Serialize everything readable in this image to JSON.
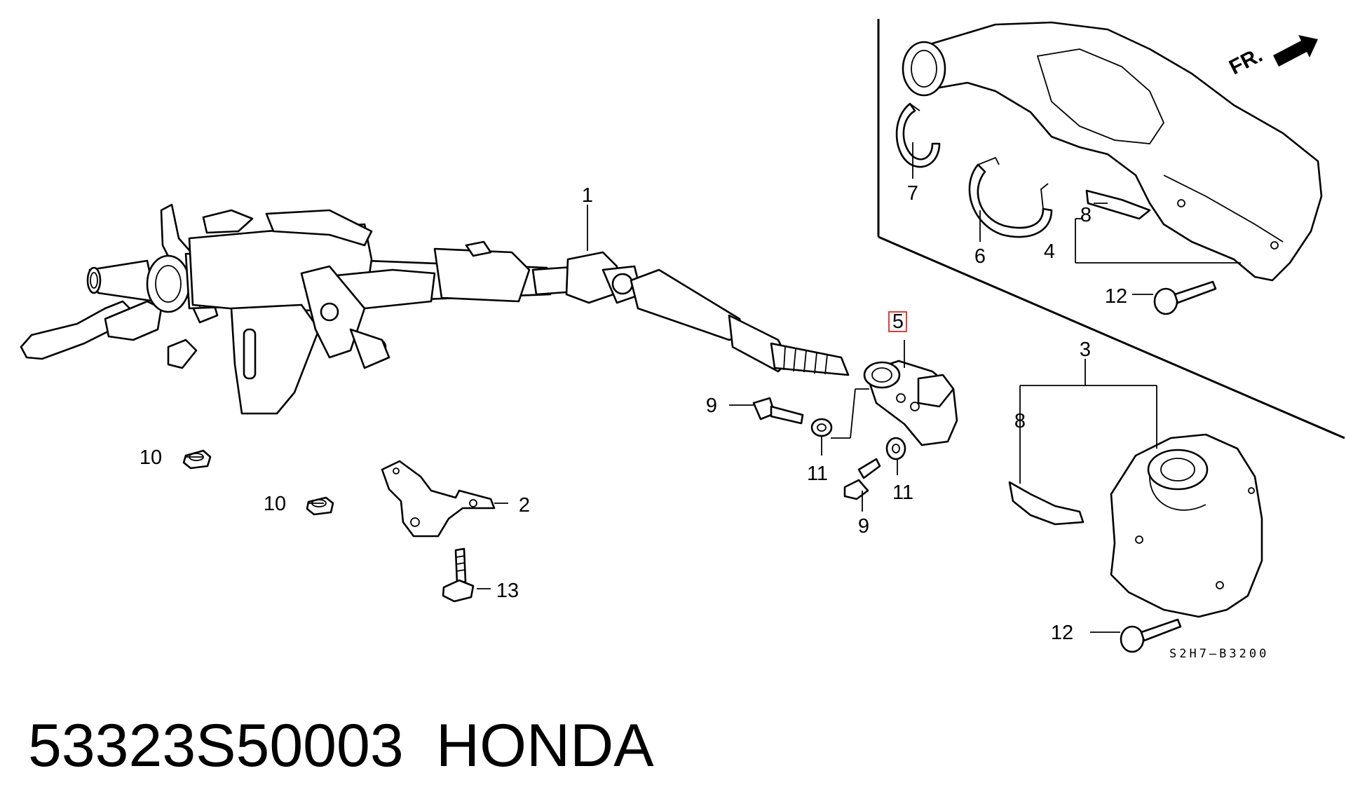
{
  "diagram": {
    "callouts": [
      "1",
      "2",
      "3",
      "4",
      "5",
      "6",
      "7",
      "8",
      "8",
      "9",
      "9",
      "10",
      "10",
      "11",
      "11",
      "12",
      "12",
      "13"
    ],
    "direction_label": "FR.",
    "drawing_code": "S2H7–B3200",
    "highlight_color": "#e0403c"
  },
  "footer": {
    "part_number": "53323S50003",
    "brand": "HONDA"
  }
}
